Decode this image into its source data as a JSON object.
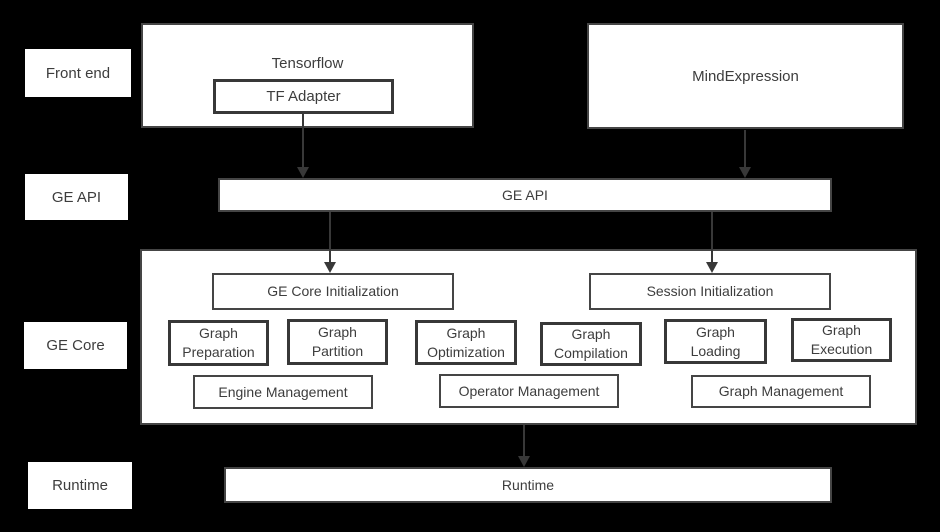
{
  "theme": {
    "background": "#000000",
    "box_fill": "#ffffff",
    "border": "#454545",
    "border_dark": "#383838",
    "text": "#3d3d3d",
    "arrow": "#383838"
  },
  "rail": {
    "items": [
      {
        "label": "Front end"
      },
      {
        "label": "GE API"
      },
      {
        "label": "GE Core"
      },
      {
        "label": "Runtime"
      }
    ]
  },
  "frontend": {
    "tensorflow": {
      "label": "Tensorflow",
      "adapter_label": "TF Adapter"
    },
    "mindexpression": {
      "label": "MindExpression"
    }
  },
  "ge_api": {
    "label": "GE API"
  },
  "ge_core": {
    "init_boxes": [
      {
        "label": "GE Core Initialization"
      },
      {
        "label": "Session Initialization"
      }
    ],
    "stages": [
      {
        "line1": "Graph",
        "line2": "Preparation"
      },
      {
        "line1": "Graph",
        "line2": "Partition"
      },
      {
        "line1": "Graph",
        "line2": "Optimization"
      },
      {
        "line1": "Graph",
        "line2": "Compilation"
      },
      {
        "line1": "Graph",
        "line2": "Loading"
      },
      {
        "line1": "Graph",
        "line2": "Execution"
      }
    ],
    "management": [
      {
        "label": "Engine Management"
      },
      {
        "label": "Operator Management"
      },
      {
        "label": "Graph Management"
      }
    ]
  },
  "runtime": {
    "label": "Runtime"
  }
}
